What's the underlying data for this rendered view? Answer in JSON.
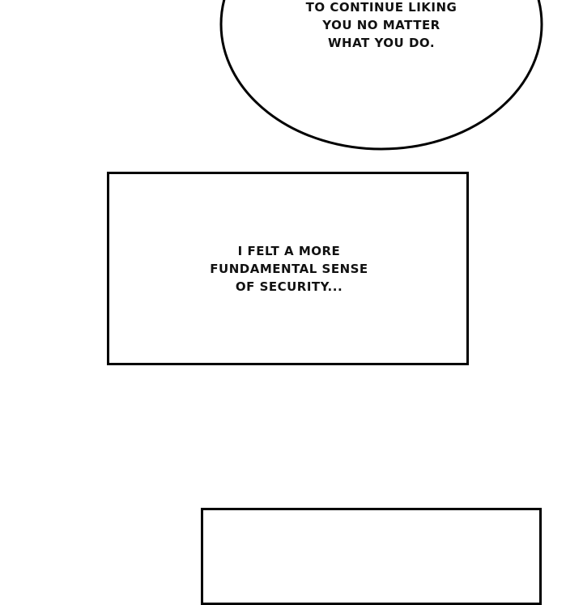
{
  "speech_bubble": {
    "lines": [
      "TO CONTINUE LIKING",
      "YOU NO MATTER",
      "WHAT YOU DO."
    ]
  },
  "narration_box": {
    "lines": [
      "I FELT A MORE",
      "FUNDAMENTAL SENSE",
      "OF SECURITY..."
    ]
  }
}
